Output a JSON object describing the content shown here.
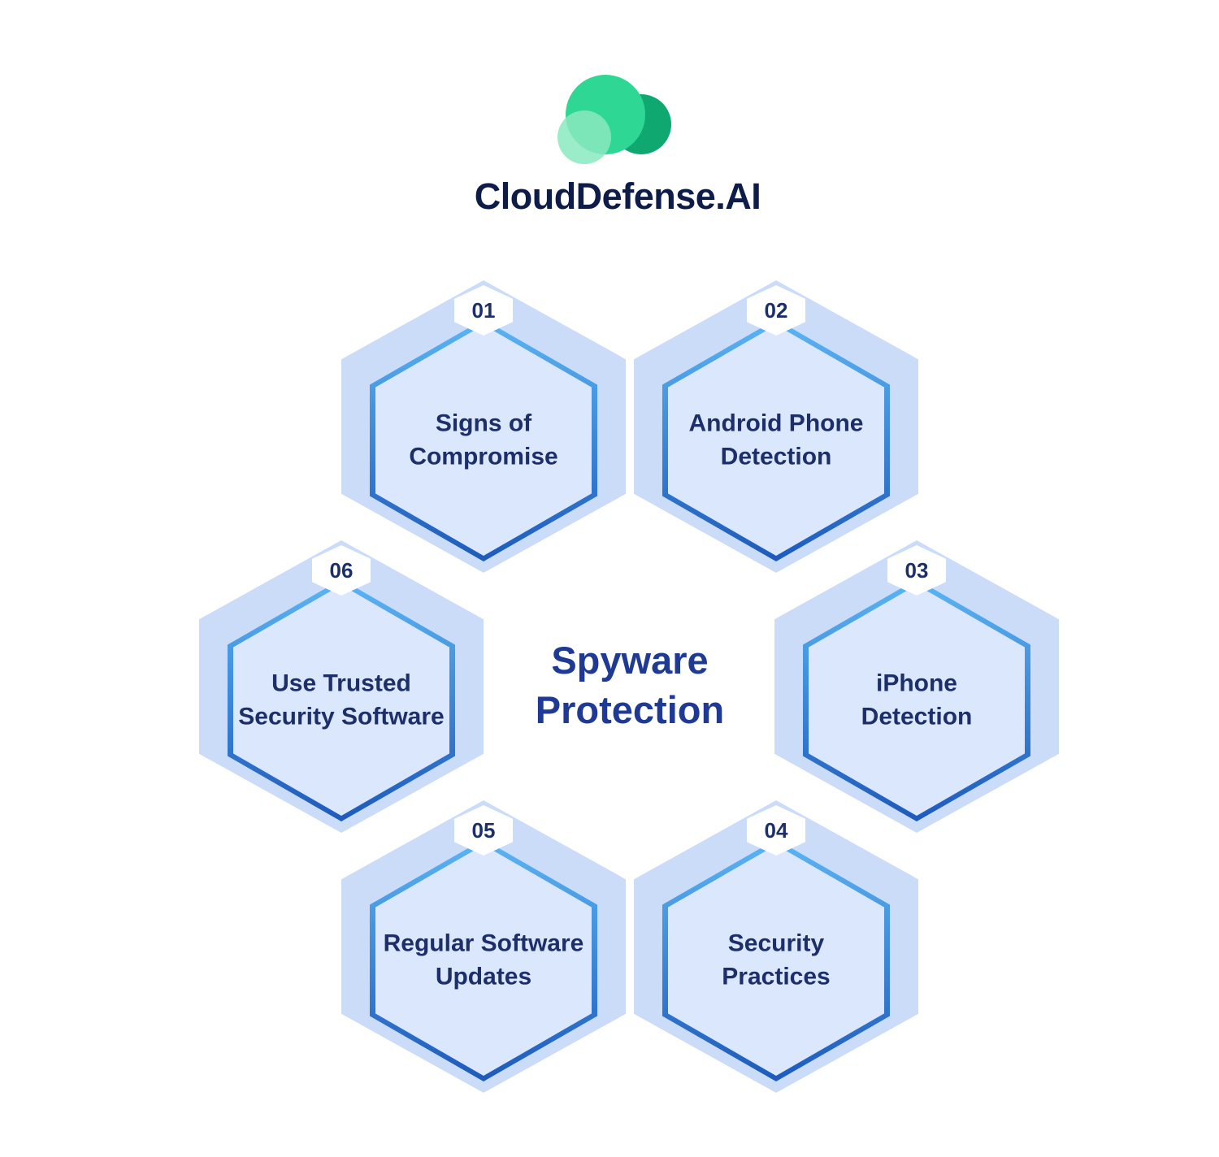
{
  "brand": {
    "name": "CloudDefense.AI"
  },
  "title": "Spyware\nProtection",
  "items": [
    {
      "number": "01",
      "label": "Signs of\nCompromise"
    },
    {
      "number": "02",
      "label": "Android Phone\nDetection"
    },
    {
      "number": "03",
      "label": "iPhone\nDetection"
    },
    {
      "number": "04",
      "label": "Security\nPractices"
    },
    {
      "number": "05",
      "label": "Regular Software\nUpdates"
    },
    {
      "number": "06",
      "label": "Use Trusted\nSecurity Software"
    }
  ],
  "icons": {
    "logo_mark": "cloud-circles-icon"
  },
  "colors": {
    "background": "#ffffff",
    "hex_outer": "#cbdcf9",
    "hex_fill": "#dbe7fd",
    "hex_border_top": "#5bb5f4",
    "hex_border_bottom": "#1d5abc",
    "text_navy": "#1c2f6b",
    "title_blue": "#1e3a94",
    "brand_navy": "#0e1c49",
    "logo_green_main": "#2fd794",
    "logo_green_dark": "#0fa870",
    "logo_green_light": "#8ae9c0"
  }
}
